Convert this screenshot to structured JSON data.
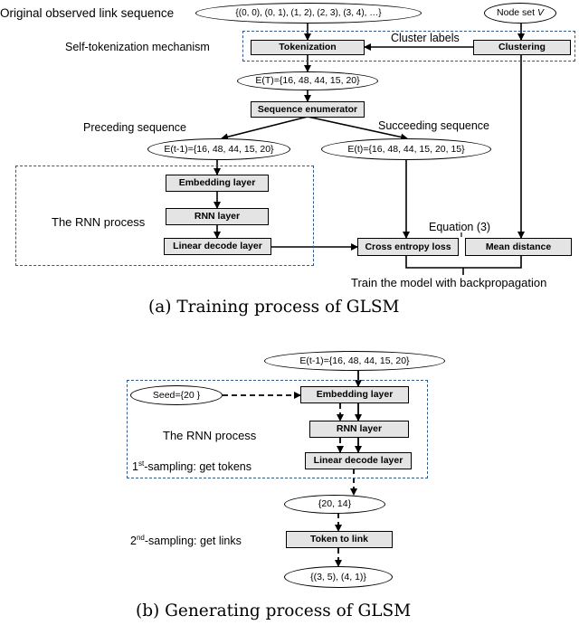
{
  "training": {
    "original_sequence_label": "Original observed link sequence",
    "original_sequence_value": "{(0, 0), (0, 1), (1, 2), (2, 3), (3, 4), …}",
    "node_set_text": "Node set ",
    "node_set_symbol": "V",
    "self_tokenization_label": "Self-tokenization mechanism",
    "tokenization": "Tokenization",
    "cluster_labels": "Cluster labels",
    "clustering": "Clustering",
    "encoded_sequence": "E(T)={16, 48, 44, 15, 20}",
    "sequence_enumerator": "Sequence enumerator",
    "preceding_label": "Preceding sequence",
    "succeeding_label": "Succeeding sequence",
    "preceding_value": "E(t-1)={16, 48, 44, 15, 20}",
    "succeeding_value": "E(t)={16, 48, 44, 15, 20, 15}",
    "embedding_layer": "Embedding layer",
    "rnn_layer": "RNN layer",
    "linear_decode_layer": "Linear decode layer",
    "rnn_process": "The RNN process",
    "equation_label": "Equation (3)",
    "cross_entropy_loss": "Cross entropy loss",
    "mean_distance": "Mean distance",
    "train_label": "Train the model with backpropagation",
    "caption": "(a)  Training process of GLSM"
  },
  "generating": {
    "input_sequence": "E(t-1)={16, 48, 44, 15, 20}",
    "seed": "Seed={20 }",
    "embedding_layer": "Embedding layer",
    "rnn_layer": "RNN layer",
    "linear_decode_layer": "Linear decode layer",
    "rnn_process": "The RNN process",
    "sampling1_ordinal": "1",
    "sampling1_sup": "st",
    "sampling1_text": "-sampling: get tokens",
    "tokens": "{20, 14}",
    "sampling2_ordinal": "2",
    "sampling2_sup": "nd",
    "sampling2_text": "-sampling: get links",
    "token_to_link": "Token to link",
    "links": "{(3, 5), (4, 1)}",
    "caption": "(b)  Generating process of GLSM"
  }
}
